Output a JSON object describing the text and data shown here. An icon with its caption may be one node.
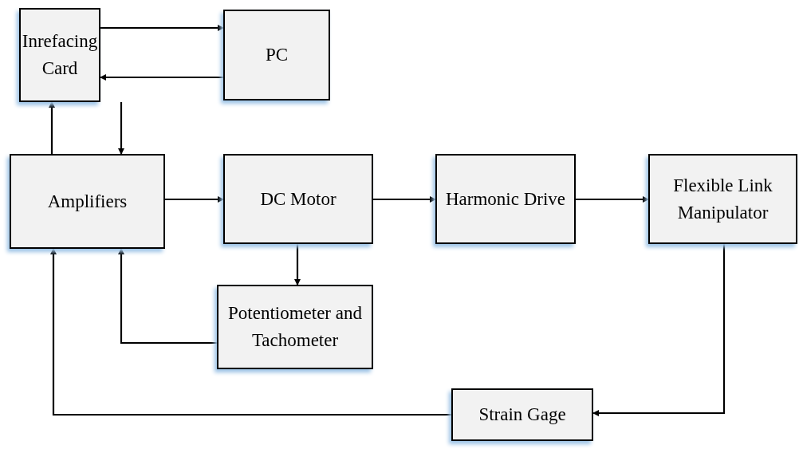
{
  "diagram": {
    "nodes": [
      {
        "text": [
          "Inrefacing Card"
        ]
      },
      {
        "text": [
          "PC"
        ]
      },
      {
        "text": [
          "Amplifiers"
        ]
      },
      {
        "text": [
          "DC Motor"
        ]
      },
      {
        "text": [
          "Harmonic Drive"
        ]
      },
      {
        "text": [
          "Flexible Link Manipulator"
        ]
      },
      {
        "text": [
          "Potentiometer and Tachometer"
        ]
      },
      {
        "text": [
          "Strain Gage"
        ]
      }
    ],
    "edges": [
      {
        "from": 0,
        "to": 1,
        "arrow": "to"
      },
      {
        "from": 1,
        "to": 0,
        "arrow": "to"
      },
      {
        "from": 0,
        "to": 2,
        "arrow": "to"
      },
      {
        "from": 2,
        "to": 0,
        "arrow": "to"
      },
      {
        "from": 2,
        "to": 3,
        "arrow": "to"
      },
      {
        "from": 3,
        "to": 4,
        "arrow": "to"
      },
      {
        "from": 4,
        "to": 5,
        "arrow": "to"
      },
      {
        "from": 3,
        "to": 6,
        "arrow": "to"
      },
      {
        "from": 6,
        "to": 2,
        "arrow": "to"
      },
      {
        "from": 5,
        "to": 7,
        "arrow": "to"
      },
      {
        "from": 7,
        "to": 2,
        "arrow": "to"
      }
    ]
  }
}
